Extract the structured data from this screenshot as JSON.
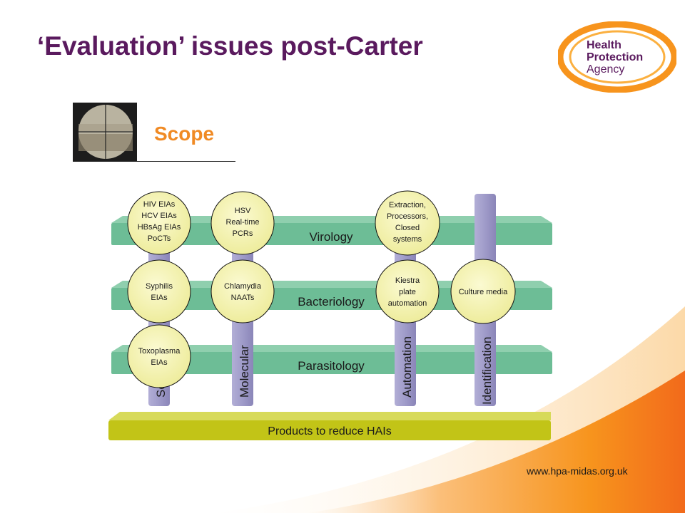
{
  "slide": {
    "title": "‘Evaluation’ issues post-Carter",
    "scope_label": "Scope",
    "footer_url": "www.hpa-midas.org.uk"
  },
  "logo": {
    "lines": [
      "Health",
      "Protection",
      "Agency"
    ]
  },
  "diagram": {
    "layers": [
      "Virology",
      "Bacteriology",
      "Parasitology"
    ],
    "base": "Products to reduce HAIs",
    "pillars": [
      "Serology",
      "Molecular",
      "Automation",
      "Identification"
    ],
    "nodes": {
      "serology_virology": [
        "HIV EIAs",
        "HCV EIAs",
        "HBsAg EIAs",
        "PoCTs"
      ],
      "serology_bacteriology": [
        "Syphilis",
        "EIAs"
      ],
      "serology_parasitology": [
        "Toxoplasma",
        "EIAs"
      ],
      "molecular_virology": [
        "HSV",
        "Real-time",
        "PCRs"
      ],
      "molecular_bacteriology": [
        "Chlamydia",
        "NAATs"
      ],
      "automation_virology": [
        "Extraction,",
        "Processors,",
        "Closed",
        "systems"
      ],
      "automation_bacteriology": [
        "Kiestra",
        "plate",
        "automation"
      ],
      "identification_bacteriology": [
        "Culture media"
      ]
    }
  },
  "colors": {
    "title": "#5a1a5e",
    "scope": "#f08a24",
    "layer": "#6dbd96",
    "pillar": "#9a96c4",
    "node": "#f2f0a8",
    "base": "#c5c81a",
    "swoosh": "#f58220"
  }
}
